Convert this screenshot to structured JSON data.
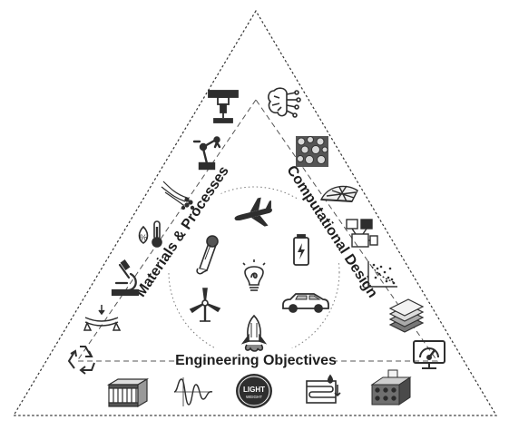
{
  "labels": {
    "left": "Materials & Processes",
    "right": "Computational Design",
    "bottom": "Engineering Objectives"
  },
  "light_weight_badge": {
    "line1": "LIGHT",
    "line2": "WEIGHT"
  },
  "icons": {
    "left_side": [
      "cnc-mill-icon",
      "robot-arm-icon",
      "fiber-spool-icon",
      "temperature-percent-icon",
      "microscope-icon",
      "beam-bending-icon",
      "recycle-icon"
    ],
    "right_side": [
      "neural-brain-icon",
      "voronoi-texture-icon",
      "wing-mesh-icon",
      "cad-workflow-icon",
      "scatter-plot-icon",
      "layered-sheets-icon",
      "monitor-gauge-icon"
    ],
    "bottom_side": [
      "honeycomb-panel-icon",
      "vibration-wave-icon",
      "light-weight-badge-icon",
      "heat-exchanger-icon",
      "cooling-block-icon"
    ],
    "center": [
      "airplane-icon",
      "bone-implant-icon",
      "battery-icon",
      "lightbulb-idea-icon",
      "wind-turbine-icon",
      "car-icon",
      "rocket-icon"
    ]
  },
  "colors": {
    "line": "#333333",
    "icon": "#2e2e2e",
    "text": "#1e1e1e"
  }
}
